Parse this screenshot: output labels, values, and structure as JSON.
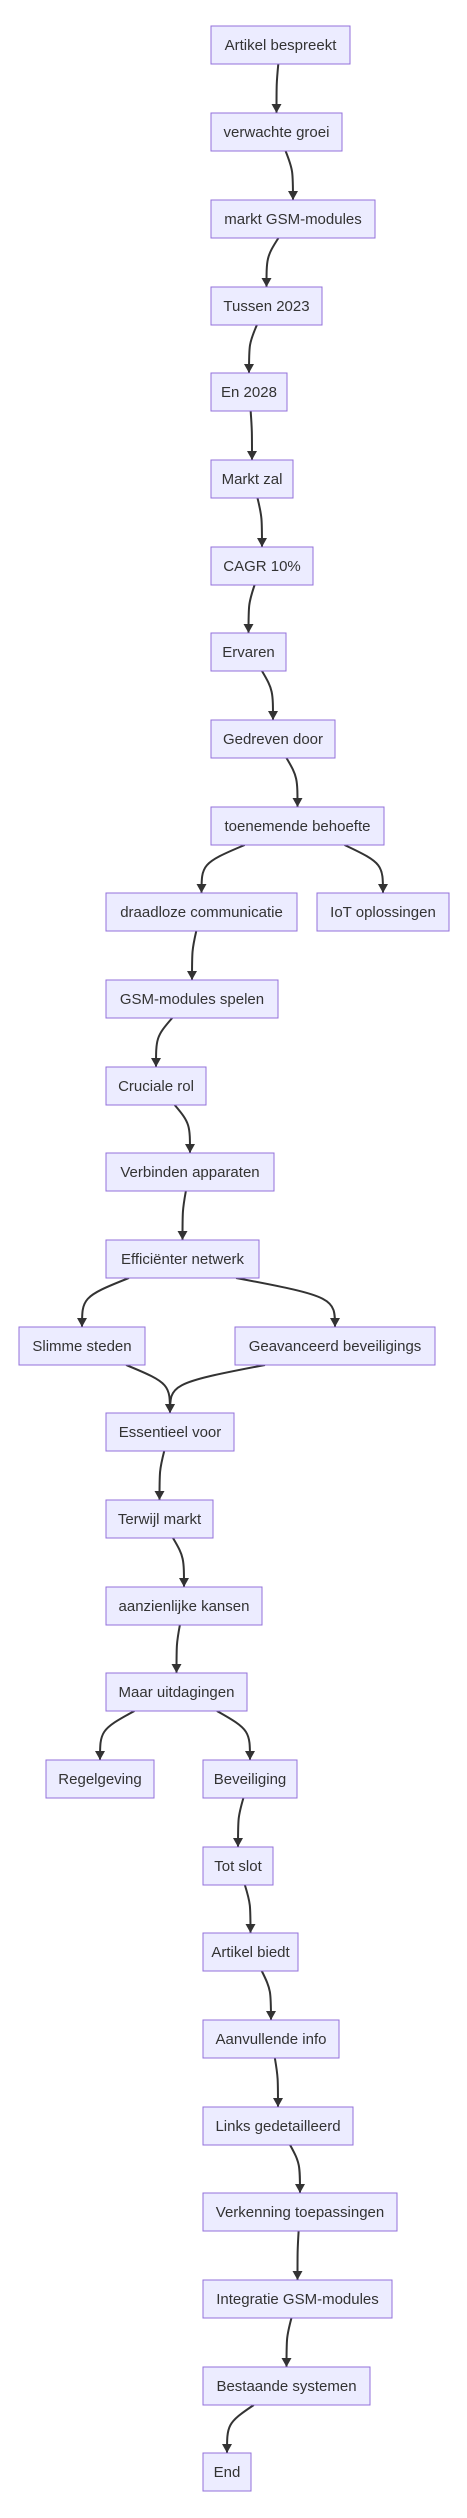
{
  "diagram": {
    "type": "flowchart",
    "nodes": [
      {
        "id": "n1",
        "label": "Artikel bespreekt"
      },
      {
        "id": "n2",
        "label": "verwachte groei"
      },
      {
        "id": "n3",
        "label": "markt GSM-modules"
      },
      {
        "id": "n4",
        "label": "Tussen 2023"
      },
      {
        "id": "n5",
        "label": "En 2028"
      },
      {
        "id": "n6",
        "label": "Markt zal"
      },
      {
        "id": "n7",
        "label": "CAGR 10%"
      },
      {
        "id": "n8",
        "label": "Ervaren"
      },
      {
        "id": "n9",
        "label": "Gedreven door"
      },
      {
        "id": "n10",
        "label": "toenemende behoefte"
      },
      {
        "id": "n11",
        "label": "draadloze communicatie"
      },
      {
        "id": "n12",
        "label": "IoT oplossingen"
      },
      {
        "id": "n13",
        "label": "GSM-modules spelen"
      },
      {
        "id": "n14",
        "label": "Cruciale rol"
      },
      {
        "id": "n15",
        "label": "Verbinden apparaten"
      },
      {
        "id": "n16",
        "label": "Efficiënter netwerk"
      },
      {
        "id": "n17",
        "label": "Slimme steden"
      },
      {
        "id": "n18",
        "label": "Geavanceerd beveiligings"
      },
      {
        "id": "n19",
        "label": "Essentieel voor"
      },
      {
        "id": "n20",
        "label": "Terwijl markt"
      },
      {
        "id": "n21",
        "label": "aanzienlijke kansen"
      },
      {
        "id": "n22",
        "label": "Maar uitdagingen"
      },
      {
        "id": "n23",
        "label": "Regelgeving"
      },
      {
        "id": "n24",
        "label": "Beveiliging"
      },
      {
        "id": "n25",
        "label": "Tot slot"
      },
      {
        "id": "n26",
        "label": "Artikel biedt"
      },
      {
        "id": "n27",
        "label": "Aanvullende info"
      },
      {
        "id": "n28",
        "label": "Links gedetailleerd"
      },
      {
        "id": "n29",
        "label": "Verkenning toepassingen"
      },
      {
        "id": "n30",
        "label": "Integratie GSM-modules"
      },
      {
        "id": "n31",
        "label": "Bestaande systemen"
      },
      {
        "id": "n32",
        "label": "End"
      }
    ],
    "edges": [
      {
        "from": "n1",
        "to": "n2"
      },
      {
        "from": "n2",
        "to": "n3"
      },
      {
        "from": "n3",
        "to": "n4"
      },
      {
        "from": "n4",
        "to": "n5"
      },
      {
        "from": "n5",
        "to": "n6"
      },
      {
        "from": "n6",
        "to": "n7"
      },
      {
        "from": "n7",
        "to": "n8"
      },
      {
        "from": "n8",
        "to": "n9"
      },
      {
        "from": "n9",
        "to": "n10"
      },
      {
        "from": "n10",
        "to": "n11"
      },
      {
        "from": "n10",
        "to": "n12"
      },
      {
        "from": "n11",
        "to": "n13"
      },
      {
        "from": "n13",
        "to": "n14"
      },
      {
        "from": "n14",
        "to": "n15"
      },
      {
        "from": "n15",
        "to": "n16"
      },
      {
        "from": "n16",
        "to": "n17"
      },
      {
        "from": "n16",
        "to": "n18"
      },
      {
        "from": "n17",
        "to": "n19"
      },
      {
        "from": "n18",
        "to": "n19"
      },
      {
        "from": "n19",
        "to": "n20"
      },
      {
        "from": "n20",
        "to": "n21"
      },
      {
        "from": "n21",
        "to": "n22"
      },
      {
        "from": "n22",
        "to": "n23"
      },
      {
        "from": "n22",
        "to": "n24"
      },
      {
        "from": "n24",
        "to": "n25"
      },
      {
        "from": "n25",
        "to": "n26"
      },
      {
        "from": "n26",
        "to": "n27"
      },
      {
        "from": "n27",
        "to": "n28"
      },
      {
        "from": "n28",
        "to": "n29"
      },
      {
        "from": "n29",
        "to": "n30"
      },
      {
        "from": "n30",
        "to": "n31"
      },
      {
        "from": "n31",
        "to": "n32"
      }
    ]
  }
}
